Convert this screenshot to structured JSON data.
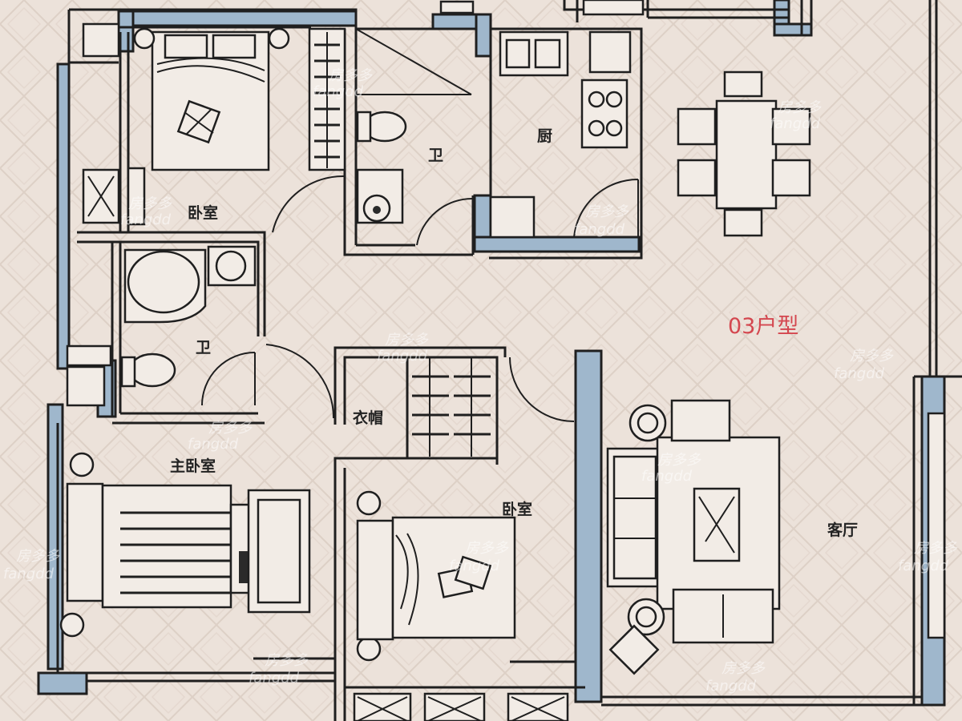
{
  "plan": {
    "title": "03户型",
    "rooms": {
      "bedroom_top": "卧室",
      "bathroom_top": "卫",
      "kitchen": "厨",
      "dining": "餐厅",
      "bathroom_mid": "卫",
      "closet": "衣帽",
      "master_bedroom": "主卧室",
      "bedroom_bottom": "卧室",
      "living_room": "客厅"
    },
    "watermark_brand": "房多多",
    "watermark_text": "fangdd",
    "colors": {
      "wall_fill": "#9fb7cc",
      "line": "#1f1f1f",
      "title": "#d4474f",
      "background": "#ece2da"
    }
  }
}
